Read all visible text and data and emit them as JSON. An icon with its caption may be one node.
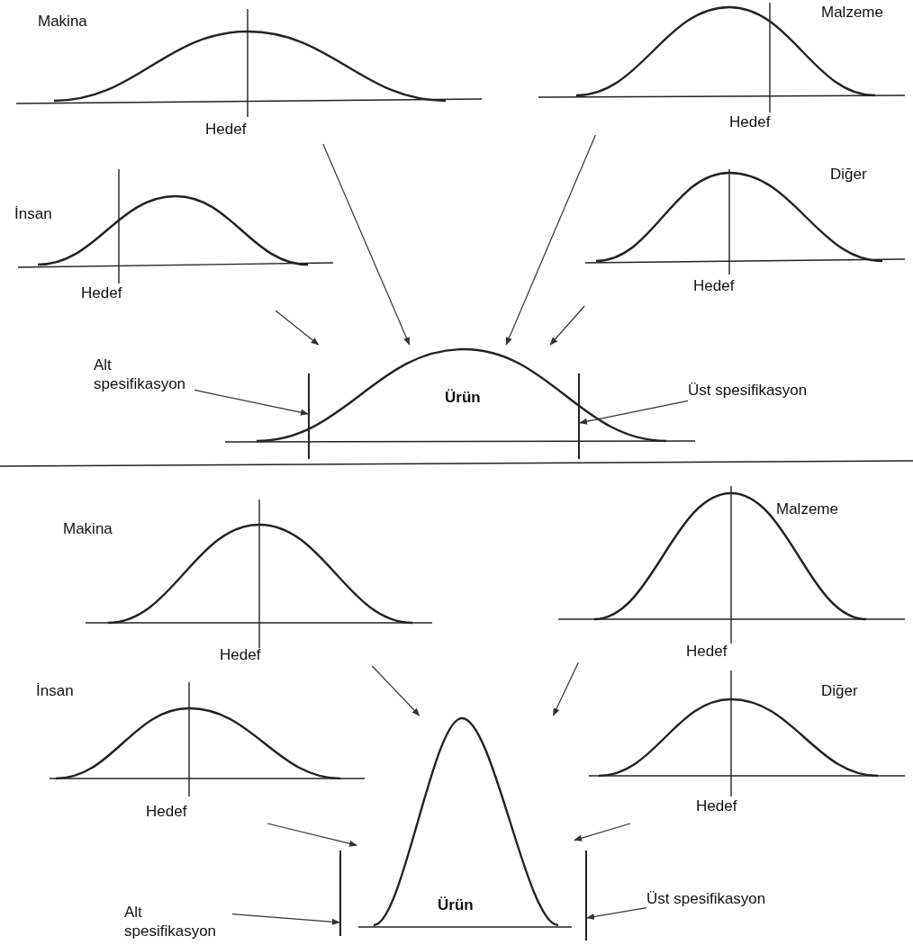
{
  "diagram": {
    "nodes": [
      {
        "text": [
          "Makina",
          "Hedef"
        ]
      },
      {
        "text": [
          "Malzeme",
          "Hedef"
        ]
      },
      {
        "text": [
          "İnsan",
          "Hedef"
        ]
      },
      {
        "text": [
          "Diğer",
          "Hedef"
        ]
      },
      {
        "text": [
          "Ürün"
        ]
      },
      {
        "text": [
          "Alt spesifikasyon"
        ]
      },
      {
        "text": [],
        "shape": "bar"
      },
      {
        "text": [
          "Üst spesifikasyon"
        ]
      },
      {
        "text": [],
        "shape": "bar"
      },
      {
        "text": [
          "Makina",
          "Hedef"
        ]
      },
      {
        "text": [
          "Malzeme",
          "Hedef"
        ]
      },
      {
        "text": [
          "İnsan",
          "Hedef"
        ]
      },
      {
        "text": [
          "Diğer",
          "Hedef"
        ]
      },
      {
        "text": [
          "Ürün"
        ]
      },
      {
        "text": [
          "Alt spesifikasyon"
        ]
      },
      {
        "text": [],
        "shape": "bar"
      },
      {
        "text": [
          "Üst spesifikasyon"
        ]
      },
      {
        "text": [],
        "shape": "bar"
      }
    ],
    "edges": [
      {
        "from": 0,
        "to": 4,
        "arrow": "to"
      },
      {
        "from": 1,
        "to": 4,
        "arrow": "to"
      },
      {
        "from": 2,
        "to": 4,
        "arrow": "to"
      },
      {
        "from": 3,
        "to": 4,
        "arrow": "to"
      },
      {
        "from": 5,
        "to": 6,
        "arrow": "to"
      },
      {
        "from": 7,
        "to": 8,
        "arrow": "to"
      },
      {
        "from": 9,
        "to": 13,
        "arrow": "to"
      },
      {
        "from": 10,
        "to": 13,
        "arrow": "to"
      },
      {
        "from": 11,
        "to": 13,
        "arrow": "to"
      },
      {
        "from": 12,
        "to": 13,
        "arrow": "to"
      },
      {
        "from": 14,
        "to": 15,
        "arrow": "to"
      },
      {
        "from": 16,
        "to": 17,
        "arrow": "to"
      }
    ]
  }
}
